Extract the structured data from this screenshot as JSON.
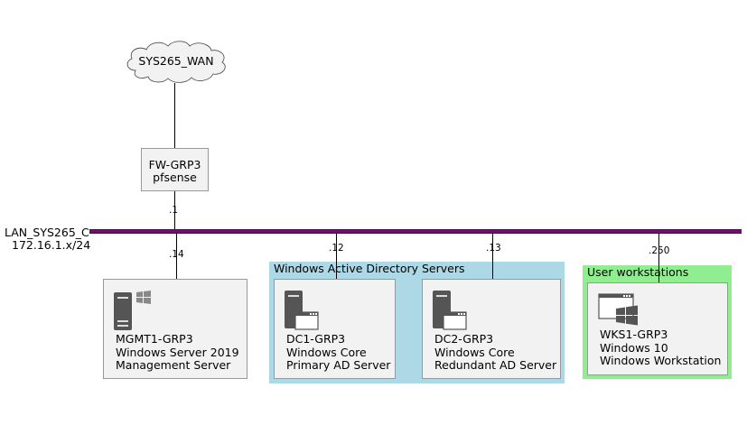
{
  "cloud": {
    "label": "SYS265_WAN"
  },
  "firewall": {
    "name": "FW-GRP3",
    "role": "pfsense",
    "ip": ".1"
  },
  "network": {
    "name": "LAN_SYS265_C",
    "subnet": "172.16.1.x/24",
    "color": "#6f0f6f"
  },
  "groups": {
    "ad": {
      "title": "Windows Active Directory Servers",
      "color": "#add8e6"
    },
    "workstations": {
      "title": "User workstations",
      "color": "#90ee90"
    }
  },
  "nodes": {
    "mgmt1": {
      "ip": ".14",
      "lines": [
        "MGMT1-GRP3",
        "Windows Server 2019",
        "Management Server"
      ],
      "icon": "server-windows-icon"
    },
    "dc1": {
      "ip": ".12",
      "lines": [
        "DC1-GRP3",
        "Windows Core",
        "Primary AD Server"
      ],
      "icon": "server-console-icon"
    },
    "dc2": {
      "ip": ".13",
      "lines": [
        "DC2-GRP3",
        "Windows Core",
        "Redundant AD Server"
      ],
      "icon": "server-console-icon"
    },
    "wks1": {
      "ip": ".250",
      "lines": [
        "WKS1-GRP3",
        "Windows 10",
        "Windows Workstation"
      ],
      "icon": "window-windows-icon"
    }
  }
}
